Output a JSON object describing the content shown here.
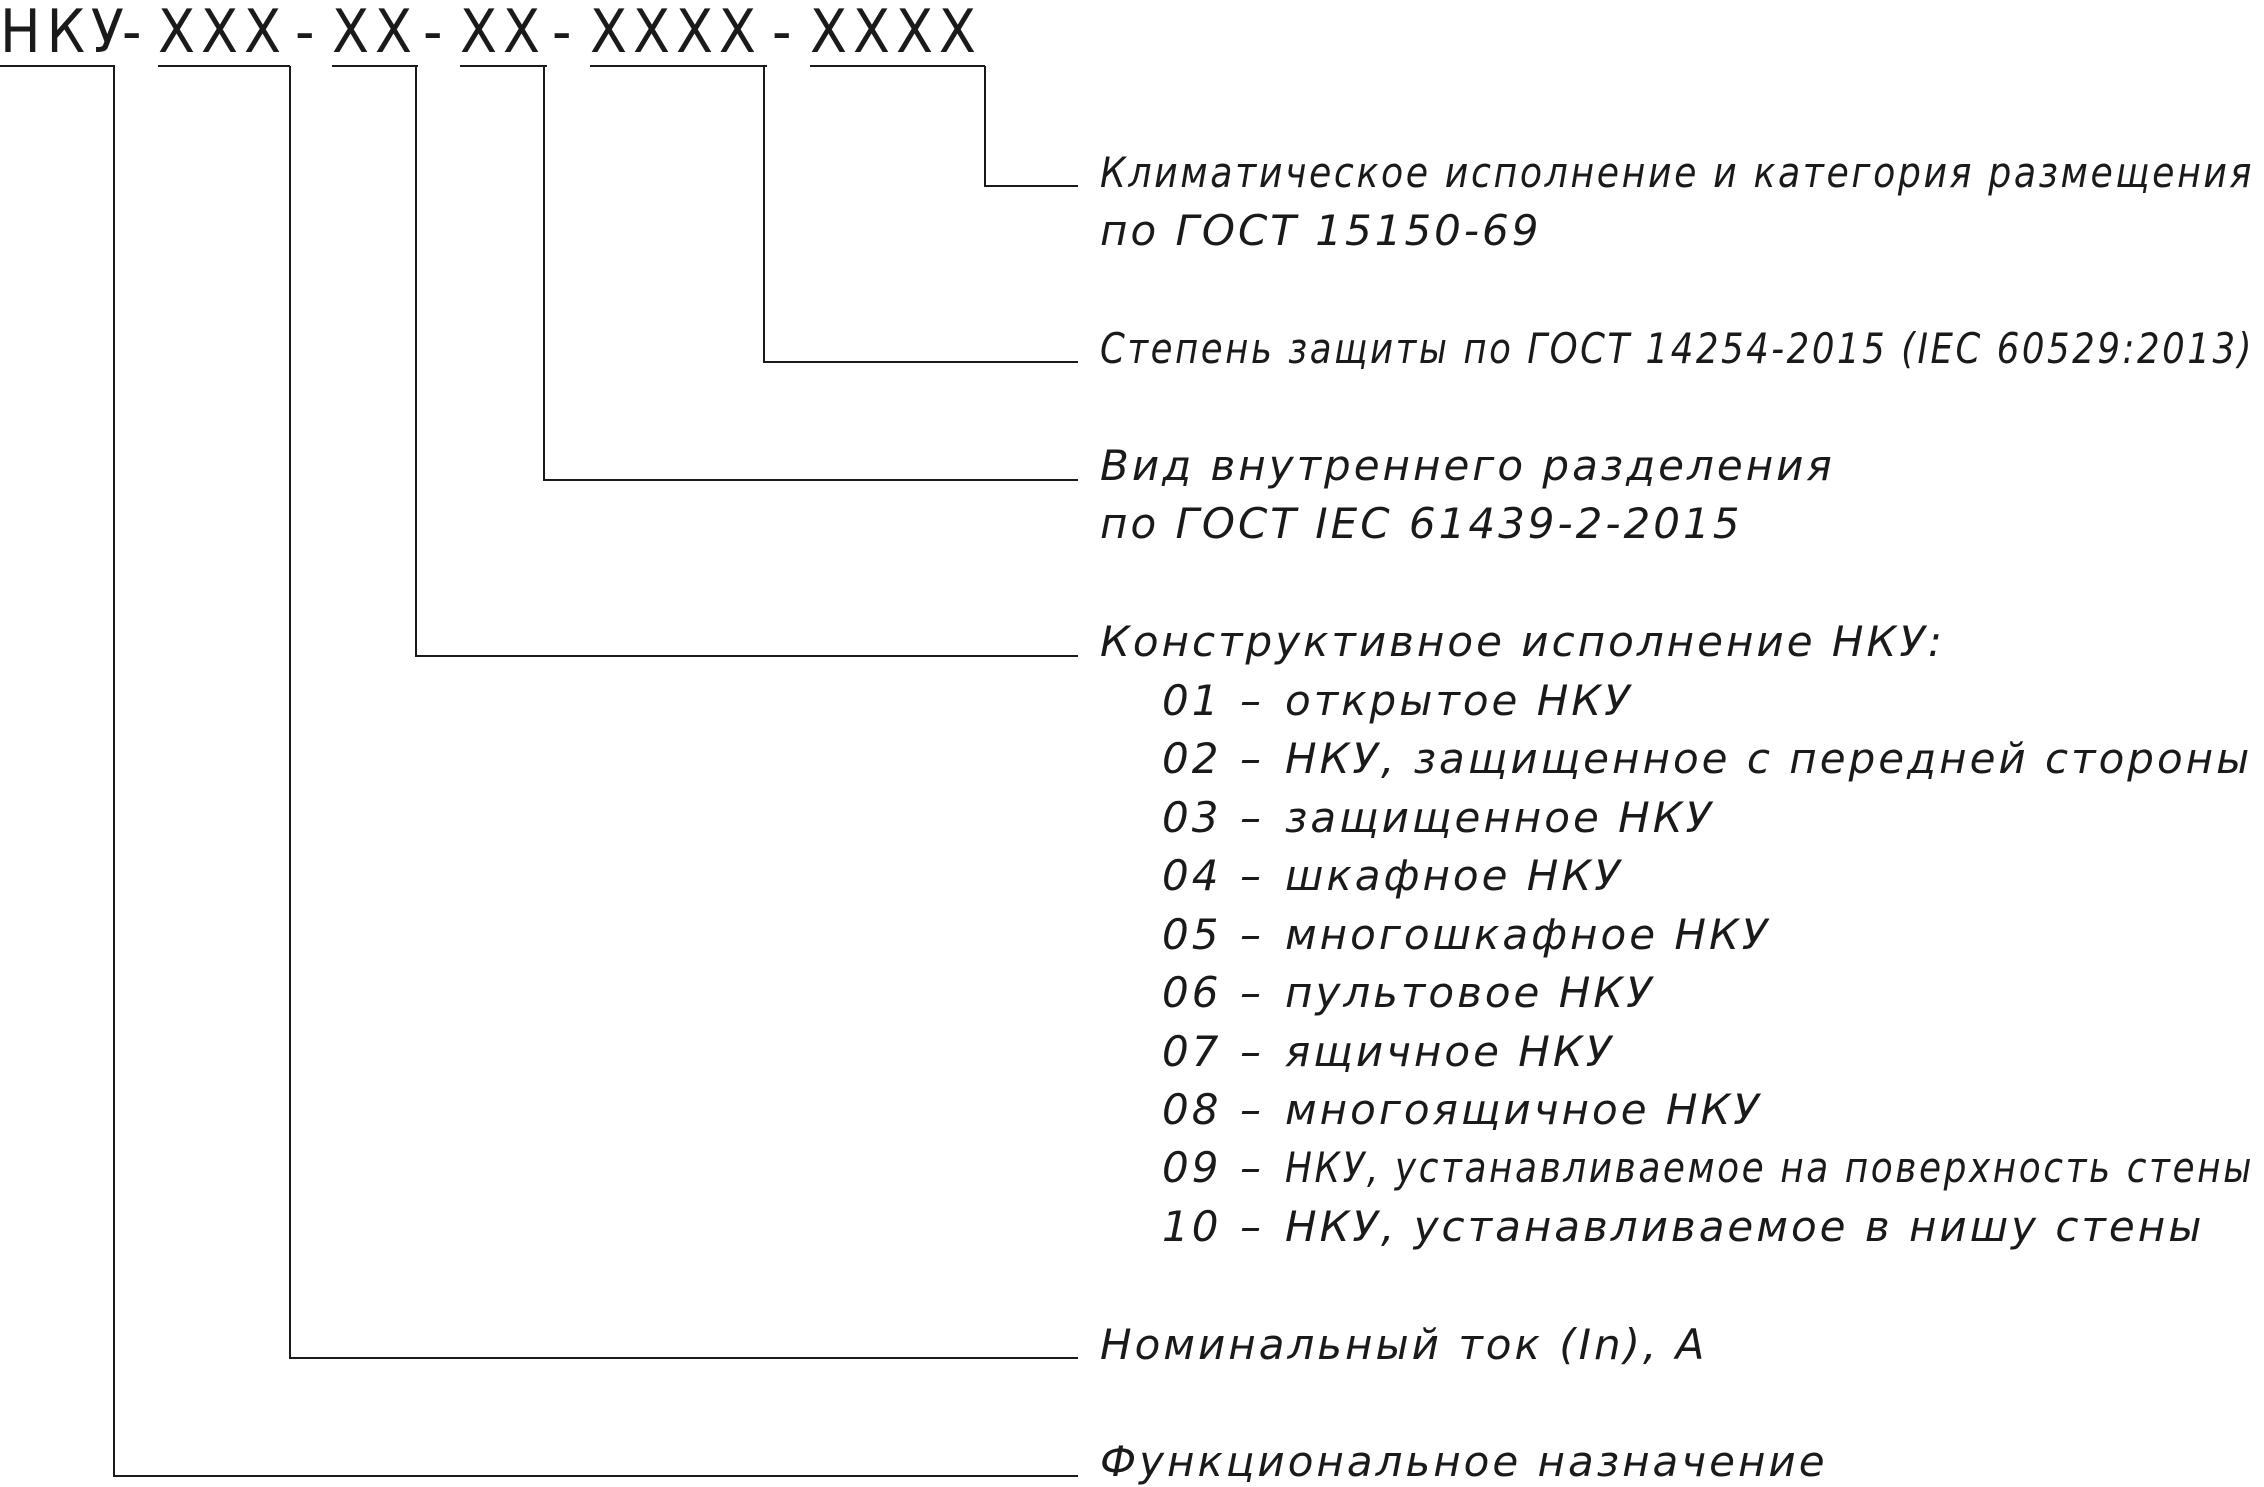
{
  "code": {
    "segments": [
      "НКУ",
      "-",
      "ХХХ",
      "-",
      "ХХ",
      "-",
      "ХХ",
      "-",
      "ХХХХ",
      "-",
      "ХХХХ"
    ]
  },
  "descriptions": [
    {
      "id": "climatic",
      "lines": [
        "Климатическое исполнение и категория размещения",
        "по ГОСТ 15150-69"
      ]
    },
    {
      "id": "protection",
      "lines": [
        "Степень защиты по ГОСТ 14254-2015 (IEC 60529:2013)"
      ]
    },
    {
      "id": "separation",
      "lines": [
        "Вид внутреннего разделения",
        "по ГОСТ IEC 61439-2-2015"
      ]
    },
    {
      "id": "design",
      "lines": [
        "Конструктивное исполнение НКУ:"
      ],
      "items": [
        {
          "num": "01",
          "dash": "–",
          "text": "открытое НКУ"
        },
        {
          "num": "02",
          "dash": "–",
          "text": "НКУ, защищенное с передней стороны"
        },
        {
          "num": "03",
          "dash": "–",
          "text": "защищенное НКУ"
        },
        {
          "num": "04",
          "dash": "–",
          "text": "шкафное НКУ"
        },
        {
          "num": "05",
          "dash": "–",
          "text": "многошкафное НКУ"
        },
        {
          "num": "06",
          "dash": "–",
          "text": "пультовое НКУ"
        },
        {
          "num": "07",
          "dash": "–",
          "text": "ящичное НКУ"
        },
        {
          "num": "08",
          "dash": "–",
          "text": "многоящичное НКУ"
        },
        {
          "num": "09",
          "dash": "–",
          "text": "НКУ, устанавливаемое на поверхность стены"
        },
        {
          "num": "10",
          "dash": "–",
          "text": "НКУ, устанавливаемое в нишу стены"
        }
      ]
    },
    {
      "id": "current",
      "lines": [
        "Номинальный ток (In), А"
      ]
    },
    {
      "id": "function",
      "lines": [
        "Функциональное назначение"
      ]
    }
  ]
}
